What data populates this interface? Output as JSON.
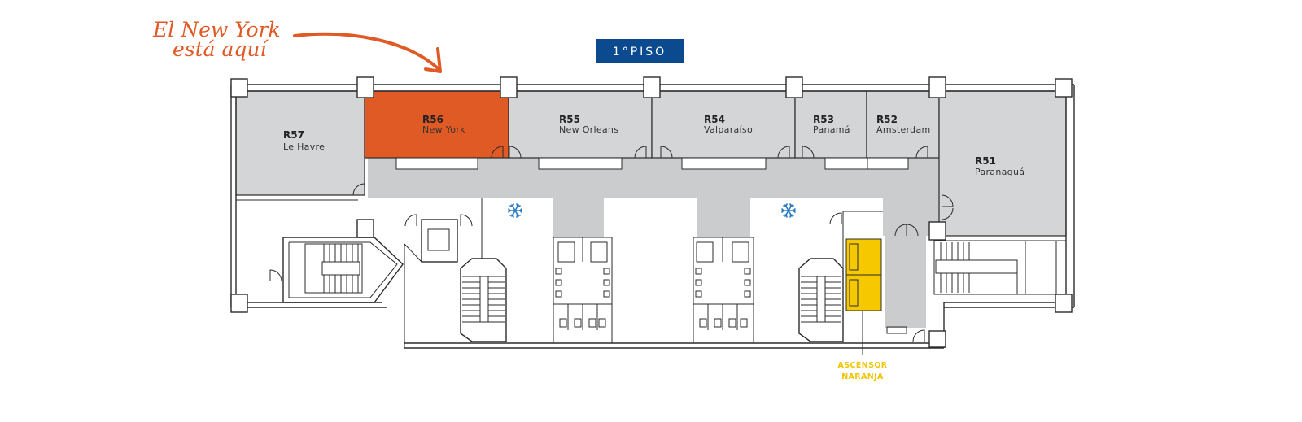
{
  "callout": {
    "line1": "El New York",
    "line2": "está aquí"
  },
  "floor_label": "1°PISO",
  "rooms": [
    {
      "id": "r57",
      "code": "R57",
      "name": "Le Havre"
    },
    {
      "id": "r56",
      "code": "R56",
      "name": "New York",
      "highlight": true
    },
    {
      "id": "r55",
      "code": "R55",
      "name": "New Orleans"
    },
    {
      "id": "r54",
      "code": "R54",
      "name": "Valparaíso"
    },
    {
      "id": "r53",
      "code": "R53",
      "name": "Panamá"
    },
    {
      "id": "r52",
      "code": "R52",
      "name": "Amsterdam"
    },
    {
      "id": "r51",
      "code": "R51",
      "name": "Paranaguá"
    }
  ],
  "elevator": {
    "line1": "ASCENSOR",
    "line2": "NARANJA"
  },
  "icons": [
    "snowflake-icon",
    "snowflake-icon"
  ],
  "colors": {
    "highlight": "#e05a25",
    "room_fill": "#d4d5d6",
    "corridor": "#cbcccd",
    "floor_badge": "#0b4a8f",
    "elevator": "#f5c800"
  }
}
